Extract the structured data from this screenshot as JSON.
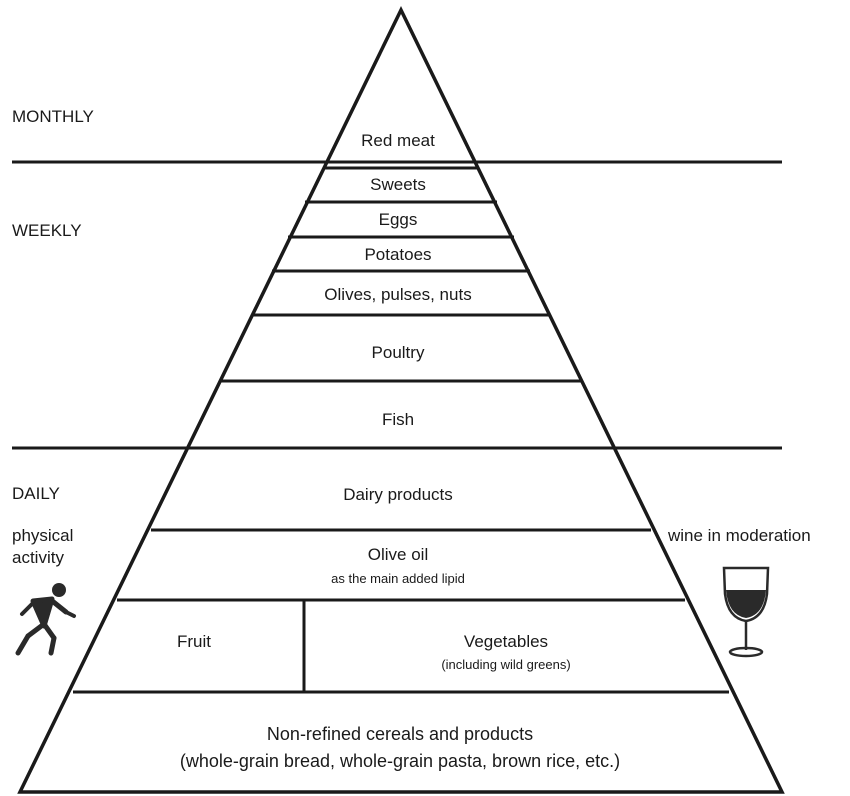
{
  "frequency_labels": {
    "monthly": "MONTHLY",
    "weekly": "WEEKLY",
    "daily": "DAILY"
  },
  "tiers": {
    "red_meat": "Red meat",
    "sweets": "Sweets",
    "eggs": "Eggs",
    "potatoes": "Potatoes",
    "olives": "Olives, pulses, nuts",
    "poultry": "Poultry",
    "fish": "Fish",
    "dairy": "Dairy products",
    "olive_oil": "Olive oil",
    "olive_oil_note": "as the main added lipid",
    "fruit": "Fruit",
    "vegetables": "Vegetables",
    "vegetables_note": "(including wild greens)",
    "cereals": "Non-refined cereals and products",
    "cereals_note": "(whole-grain bread, whole-grain pasta, brown rice, etc.)"
  },
  "side_notes": {
    "physical_activity_line1": "physical",
    "physical_activity_line2": "activity",
    "wine": "wine in moderation"
  },
  "icons": {
    "person": "walking-person-icon",
    "wine": "wine-glass-icon"
  },
  "colors": {
    "line": "#1a1a1a",
    "wine": "#2a2a2a"
  }
}
